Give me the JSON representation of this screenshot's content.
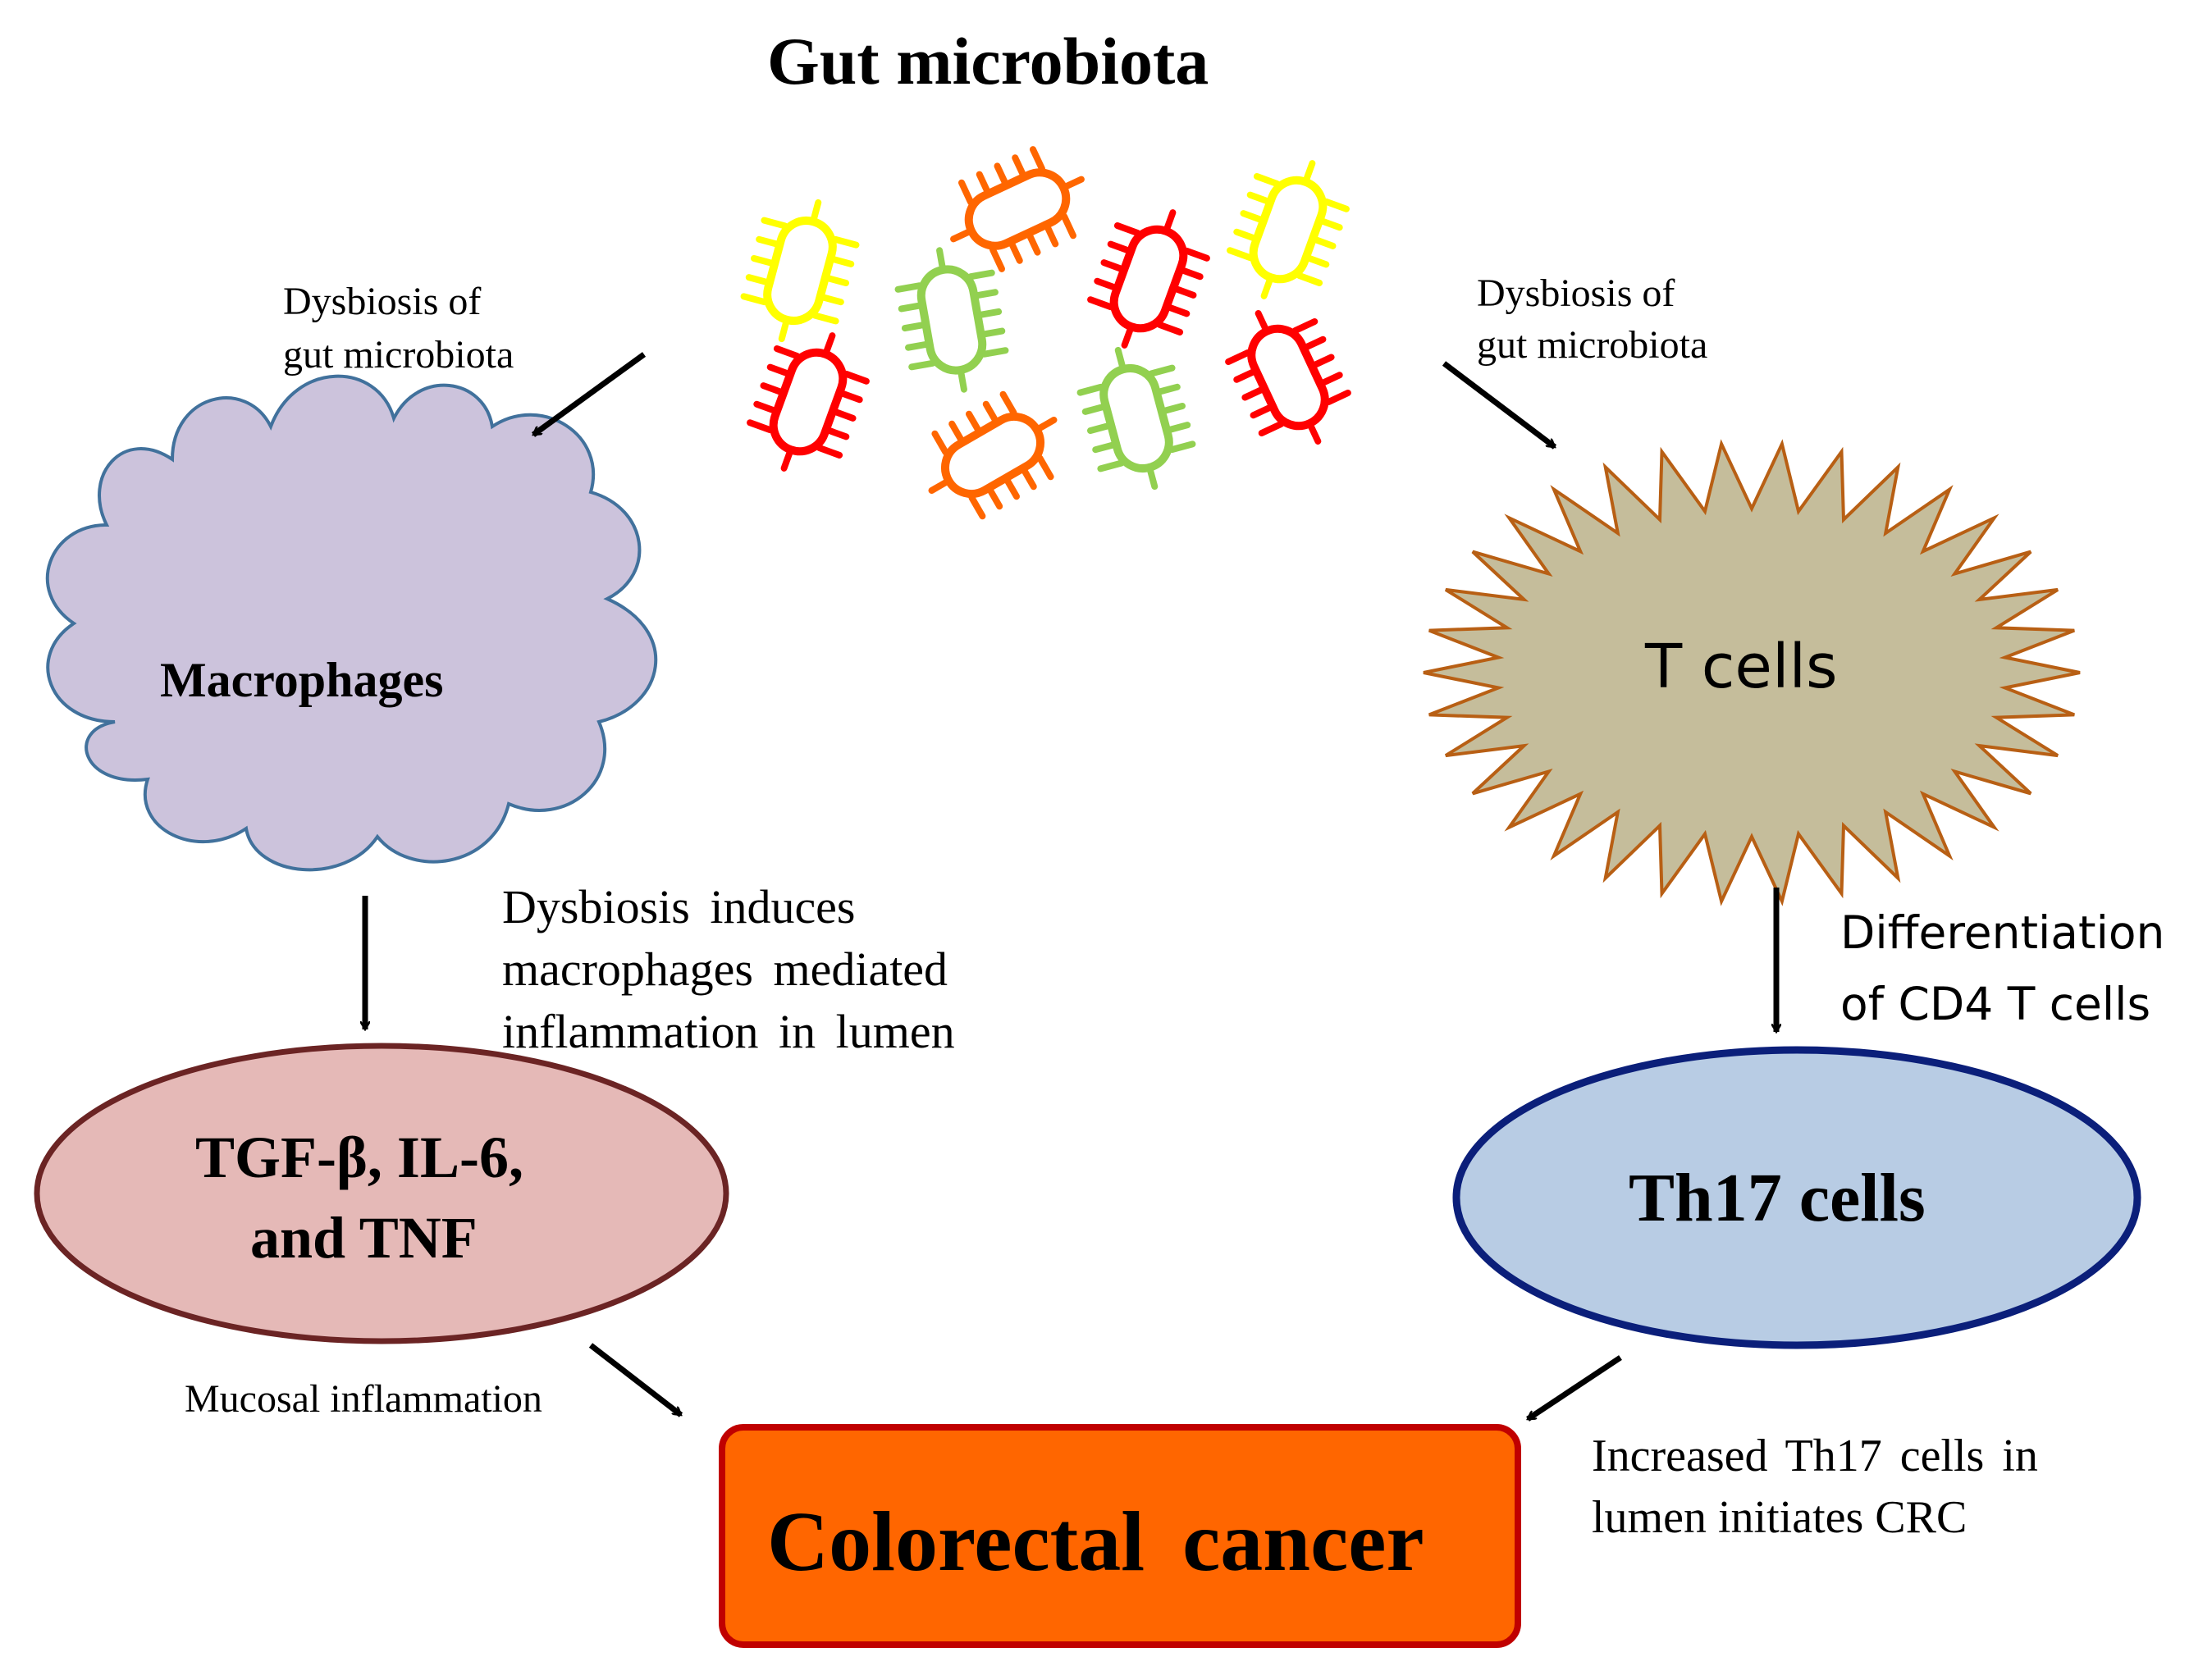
{
  "title": "Gut microbiota",
  "nodes": {
    "macrophages": "Macrophages",
    "t_cells": "T cells",
    "cytokines_line1": "TGF-β, IL-6,",
    "cytokines_line2": "and TNF",
    "th17": "Th17 cells",
    "crc": "Colorectal cancer"
  },
  "edges": {
    "dysbiosis_left": [
      "Dysbiosis of",
      "gut microbiota"
    ],
    "dysbiosis_right": [
      "Dysbiosis of",
      "gut microbiota"
    ],
    "macrophage_mediated": [
      "Dysbiosis induces",
      "macrophages mediated",
      "inflammation in lumen"
    ],
    "differentiation": [
      "Differentiation",
      "of CD4 T cells"
    ],
    "mucosal": "Mucosal inflammation",
    "th17_crc": [
      "Increased Th17 cells in",
      "lumen initiates CRC"
    ]
  },
  "colors": {
    "macrophage_fill": "#ccc3dc",
    "macrophage_stroke": "#41719c",
    "tcell_fill": "#c5bd9b",
    "tcell_stroke": "#b85f14",
    "cytokine_fill": "#e5b9b7",
    "cytokine_stroke": "#6b2424",
    "th17_fill": "#b8cce4",
    "th17_stroke": "#0b1f7a",
    "crc_fill": "#ff6600",
    "crc_stroke": "#c00000",
    "bacteria": [
      "#ffff00",
      "#ff6600",
      "#ff0000",
      "#92d050"
    ]
  }
}
